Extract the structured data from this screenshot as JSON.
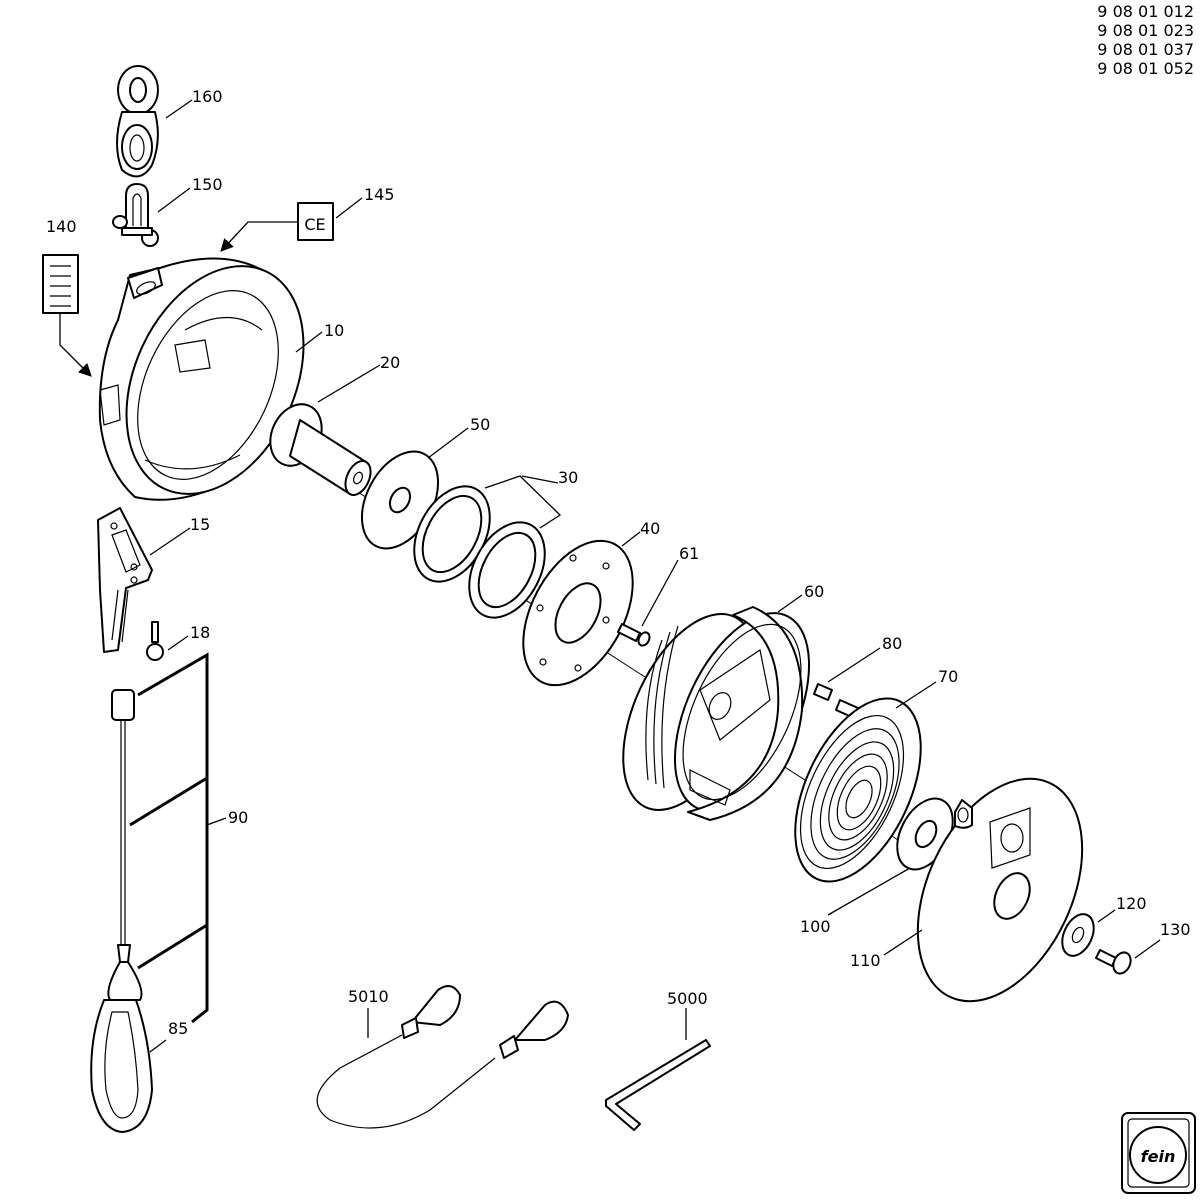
{
  "doc_numbers": [
    "9 08 01 012",
    "9 08 01 023",
    "9 08 01 037",
    "9 08 01 052"
  ],
  "ce_mark": "CE",
  "brand_logo": "fein",
  "callouts": [
    "160",
    "150",
    "145",
    "140",
    "10",
    "20",
    "50",
    "30",
    "40",
    "61",
    "60",
    "80",
    "70",
    "15",
    "18",
    "90",
    "85",
    "100",
    "110",
    "120",
    "130",
    "5010",
    "5000"
  ],
  "icons": [
    "ce-mark-icon",
    "label-plate-icon",
    "fein-logo-icon"
  ]
}
